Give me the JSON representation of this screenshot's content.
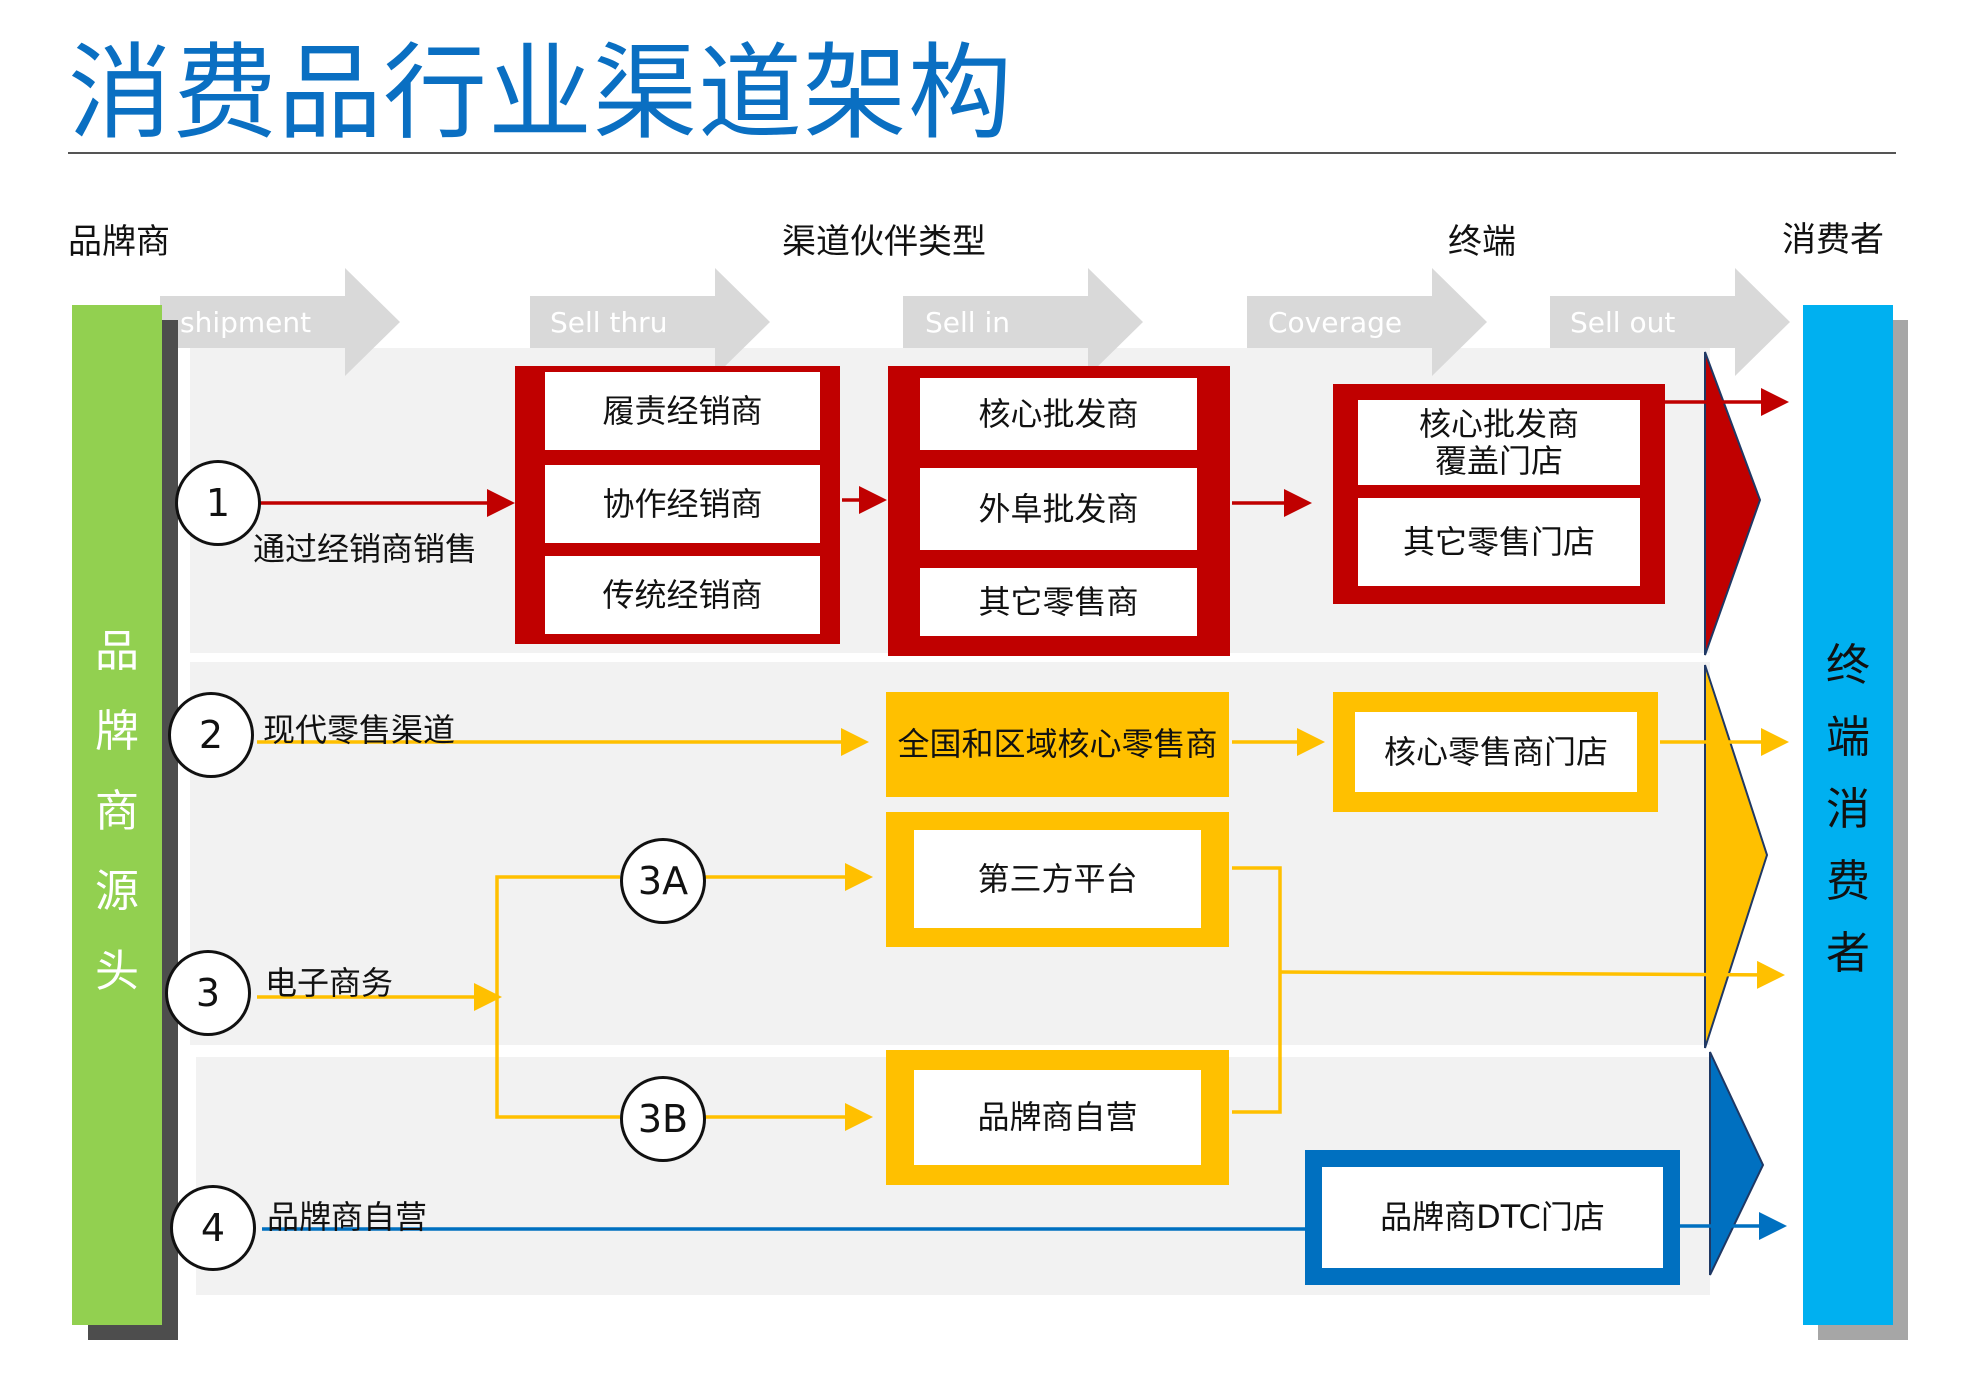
{
  "title": "消费品行业渠道架构",
  "headers": {
    "brand": "品牌商",
    "channel_partner": "渠道伙伴类型",
    "terminal": "终端",
    "consumer": "消费者"
  },
  "flow_steps": [
    "shipment",
    "Sell thru",
    "Sell in",
    "Coverage",
    "Sell out"
  ],
  "left_bar_label": "品牌商源头",
  "right_bar_label": "终端消费者",
  "channel1": {
    "number": "1",
    "label": "通过经销商销售",
    "distributors": [
      "履责经销商",
      "协作经销商",
      "传统经销商"
    ],
    "wholesalers": [
      "核心批发商",
      "外阜批发商",
      "其它零售商"
    ],
    "terminals": [
      "核心批发商\n覆盖门店",
      "其它零售门店"
    ]
  },
  "channel2": {
    "number": "2",
    "label": "现代零售渠道",
    "retailer": "全国和区域核心零售商",
    "terminal": "核心零售商门店"
  },
  "channel3": {
    "number": "3",
    "label": "电子商务",
    "sub_a": "3A",
    "sub_b": "3B",
    "platform": "第三方平台",
    "self_run": "品牌商自营"
  },
  "channel4": {
    "number": "4",
    "label": "品牌商自营",
    "store": "品牌商DTC门店"
  },
  "colors": {
    "title": "#0a6fc2",
    "green": "#92d050",
    "cyan": "#00b0f0",
    "red": "#c00000",
    "yellow": "#ffc000",
    "blue": "#0070c0",
    "band": "#f2f2f2",
    "arrow_gray": "#d9d9d9"
  }
}
